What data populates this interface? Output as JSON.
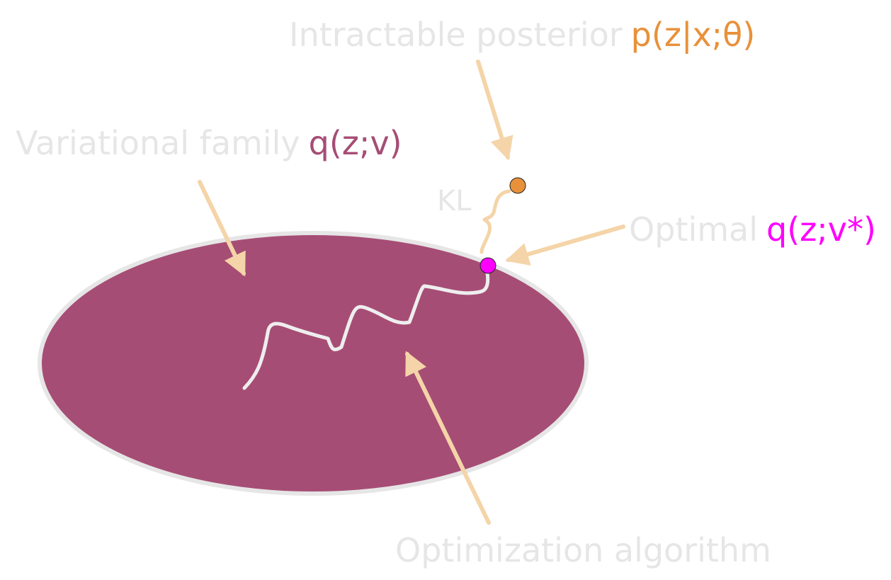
{
  "labels": {
    "posterior_text": "Intractable posterior",
    "posterior_math": "p(z|x;θ)",
    "family_text": "Variational family",
    "family_math": "q(z;v)",
    "optimal_text": "Optimal",
    "optimal_math": "q(z;v*)",
    "algorithm_text": "Optimization algorithm",
    "kl": "KL"
  },
  "colors": {
    "family": "#a64d75",
    "family_outline": "#e6e6e6",
    "posterior": "#e8913a",
    "optimal": "#ff00ff",
    "arrow": "#f4d4a8",
    "path": "#eeeeee",
    "muted_text": "#e6e6e6"
  }
}
